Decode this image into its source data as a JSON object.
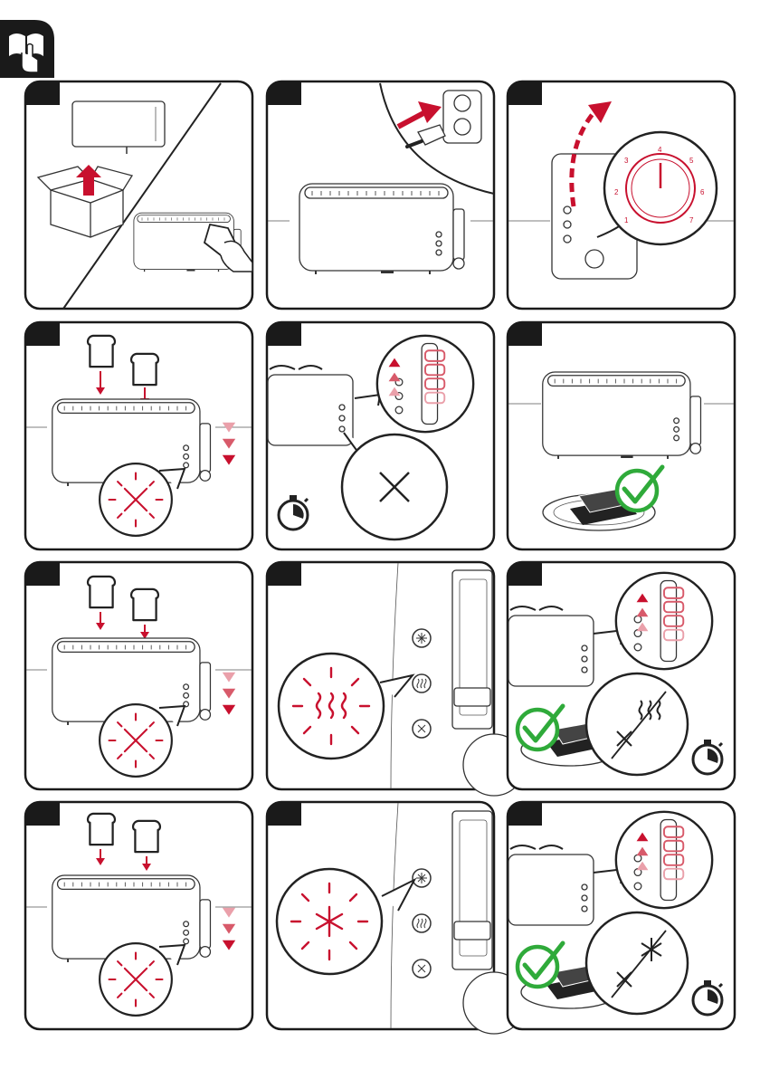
{
  "header": {
    "icon": "read-manual-hand-icon"
  },
  "dial": {
    "labels": [
      "1",
      "2",
      "3",
      "4",
      "5",
      "6",
      "7"
    ]
  },
  "colors": {
    "accent_red": "#c8102e",
    "ok_green": "#2faa3a",
    "frame": "#1a1a1a"
  },
  "panels": [
    {
      "id": "unpack-and-wipe",
      "icons": [
        "box-icon",
        "toaster-icon",
        "cloth-hand-icon"
      ]
    },
    {
      "id": "plug-in",
      "icons": [
        "toaster-icon",
        "wall-socket-icon",
        "plug-icon",
        "arrow-icon"
      ]
    },
    {
      "id": "set-browning-level",
      "icons": [
        "toaster-side-icon",
        "browning-dial-icon",
        "curved-arrow-icon"
      ]
    },
    {
      "id": "insert-bread-lower-lever",
      "icons": [
        "bread-slice-icon",
        "toaster-icon",
        "down-arrows-icon",
        "blinking-cross-icon"
      ]
    },
    {
      "id": "cancel-button-timer",
      "icons": [
        "lever-icon",
        "up-arrows-icon",
        "cross-icon",
        "timer-icon"
      ]
    },
    {
      "id": "toast-ready",
      "icons": [
        "toaster-icon",
        "toast-plate-icon",
        "check-icon"
      ]
    },
    {
      "id": "insert-bread-reheat",
      "icons": [
        "bread-slice-icon",
        "toaster-icon",
        "down-arrows-icon",
        "blinking-cross-icon"
      ]
    },
    {
      "id": "reheat-button",
      "icons": [
        "defrost-button-icon",
        "reheat-button-icon",
        "cancel-button-icon",
        "blinking-heat-icon"
      ]
    },
    {
      "id": "reheat-done",
      "icons": [
        "lever-icon",
        "up-arrows-icon",
        "check-icon",
        "heat-cross-icon",
        "timer-icon"
      ]
    },
    {
      "id": "insert-bread-defrost",
      "icons": [
        "bread-slice-icon",
        "toaster-icon",
        "down-arrows-icon",
        "blinking-cross-icon"
      ]
    },
    {
      "id": "defrost-button",
      "icons": [
        "defrost-button-icon",
        "reheat-button-icon",
        "cancel-button-icon",
        "blinking-snowflake-icon"
      ]
    },
    {
      "id": "defrost-done",
      "icons": [
        "lever-icon",
        "up-arrows-icon",
        "check-icon",
        "snowflake-cross-icon",
        "timer-icon"
      ]
    }
  ]
}
